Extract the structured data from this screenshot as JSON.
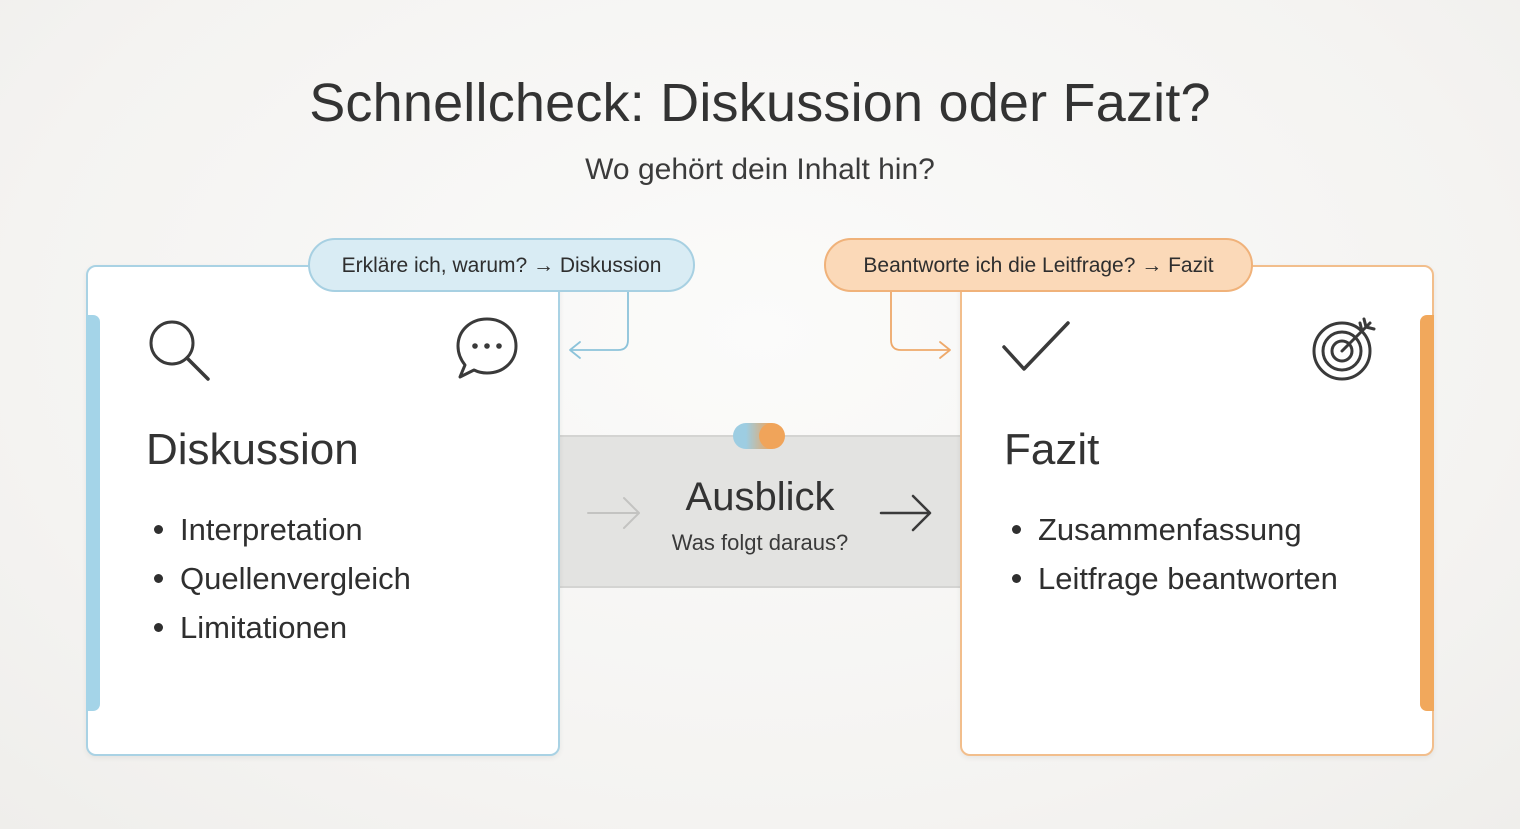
{
  "header": {
    "title": "Schnellcheck: Diskussion oder Fazit?",
    "subtitle": "Wo gehört dein Inhalt hin?"
  },
  "left_card": {
    "title": "Diskussion",
    "bullets": [
      "Interpretation",
      "Quellenvergleich",
      "Limitationen"
    ],
    "accent_color": "#a4d4e8",
    "icons": [
      "search-icon",
      "chat-bubble-icon"
    ]
  },
  "right_card": {
    "title": "Fazit",
    "bullets": [
      "Zusammenfassung",
      "Leitfrage beantworten"
    ],
    "accent_color": "#f1a85c",
    "icons": [
      "checkmark-icon",
      "target-icon"
    ]
  },
  "left_pill": {
    "text": "Erkläre ich, warum? → Diskussion"
  },
  "right_pill": {
    "text": "Beantworte ich die Leitfrage? → Fazit"
  },
  "middle": {
    "title": "Ausblick",
    "subtitle": "Was folgt daraus?"
  }
}
